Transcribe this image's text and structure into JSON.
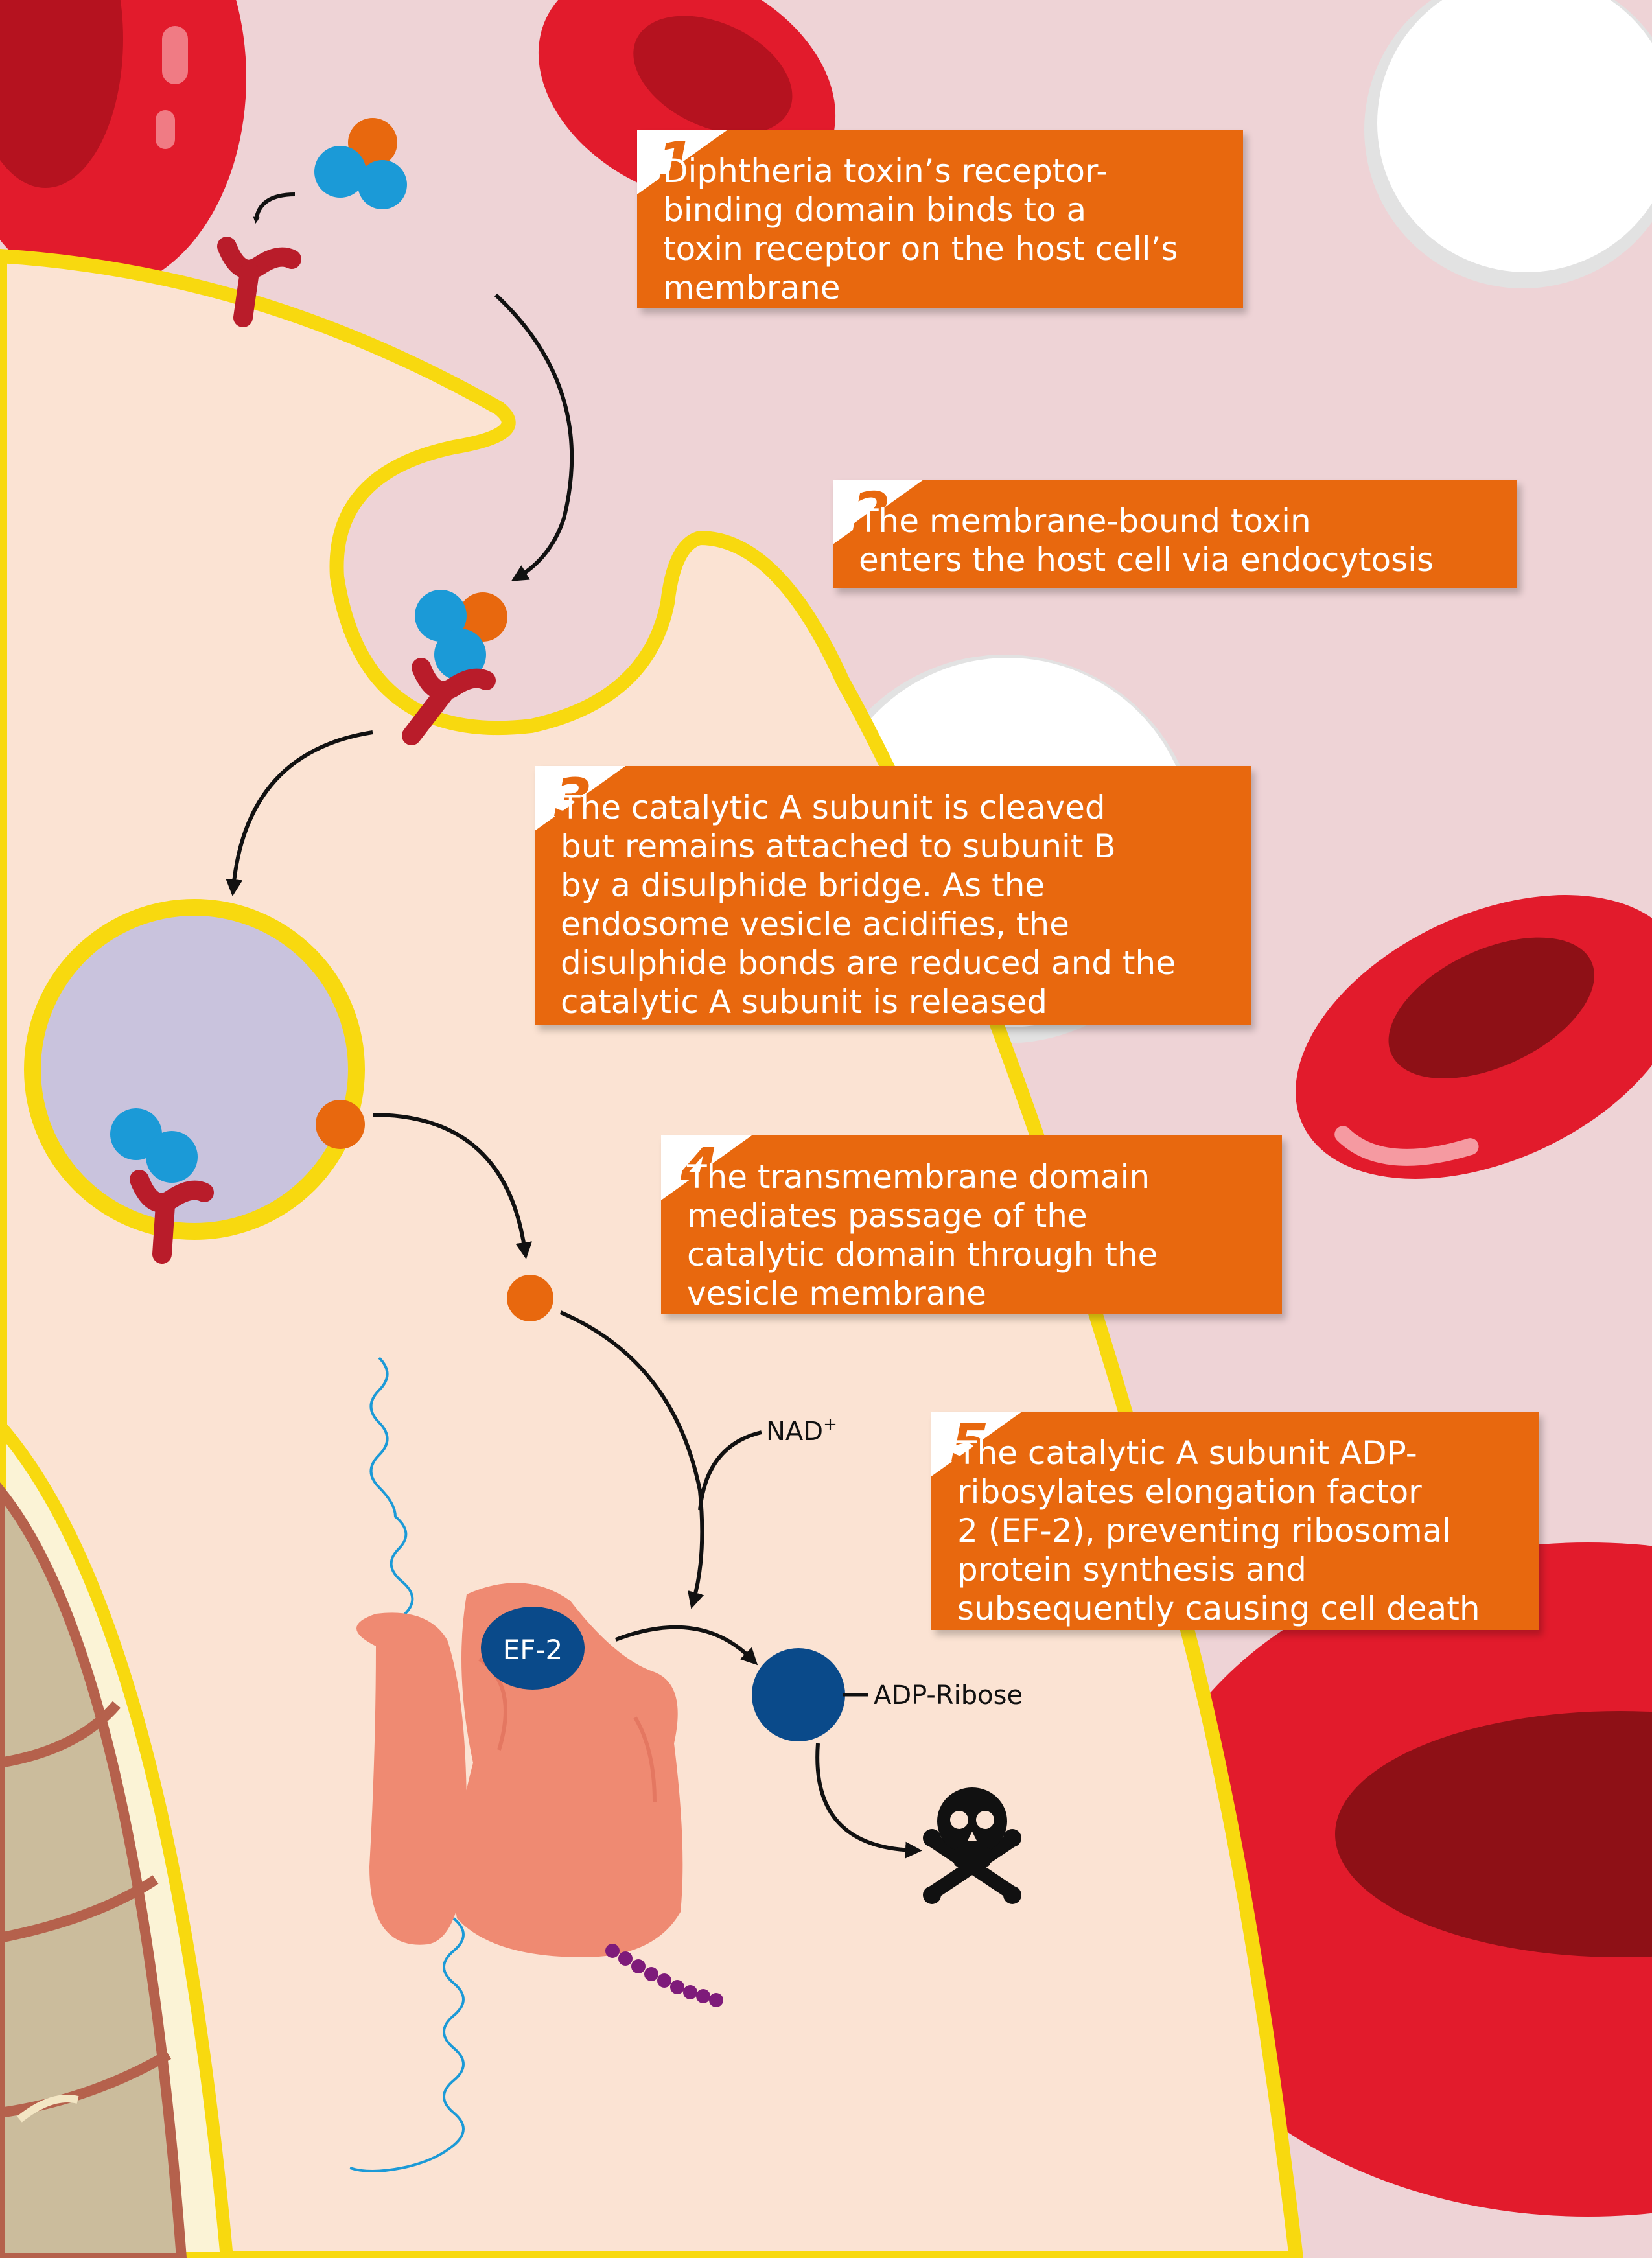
{
  "steps": [
    {
      "number": "1",
      "text": "Diphtheria toxin’s receptor-\nbinding domain binds to a\ntoxin receptor on the host cell’s\nmembrane"
    },
    {
      "number": "2",
      "text": "The membrane-bound toxin\nenters the host cell via endocytosis"
    },
    {
      "number": "3",
      "text": "The catalytic A subunit is cleaved\nbut remains attached to subunit B\nby a disulphide bridge. As the\nendosome vesicle acidifies, the\ndisulphide bonds are reduced and the\ncatalytic A subunit is released"
    },
    {
      "number": "4",
      "text": "The transmembrane domain\nmediates passage of the\ncatalytic domain through the\nvesicle membrane"
    },
    {
      "number": "5",
      "text": "The catalytic A subunit ADP-\nribosylates elongation factor\n2 (EF-2), preventing ribosomal\nprotein synthesis and\nsubsequently causing cell death"
    }
  ],
  "labels": {
    "ef2": "EF-2",
    "nad": "NAD",
    "nad_superscript": "+",
    "adp_ribose": "ADP-Ribose"
  },
  "icons": {
    "death": "skull-and-crossbones-icon"
  },
  "colors": {
    "background": "#eed3d6",
    "cell_cytoplasm": "#fbe3d3",
    "membrane": "#f8d90f",
    "step_box": "#e8680e",
    "toxin_blue": "#1b9ad7",
    "toxin_orange": "#e8680e",
    "receptor": "#b91c2a",
    "red_blood_cell": "#e21b2c",
    "vesicle": "#c9c3dd",
    "ribosome": "#ef8a72",
    "ef2": "#0a4a8a",
    "mitochondrion": "#cbbc9c"
  }
}
